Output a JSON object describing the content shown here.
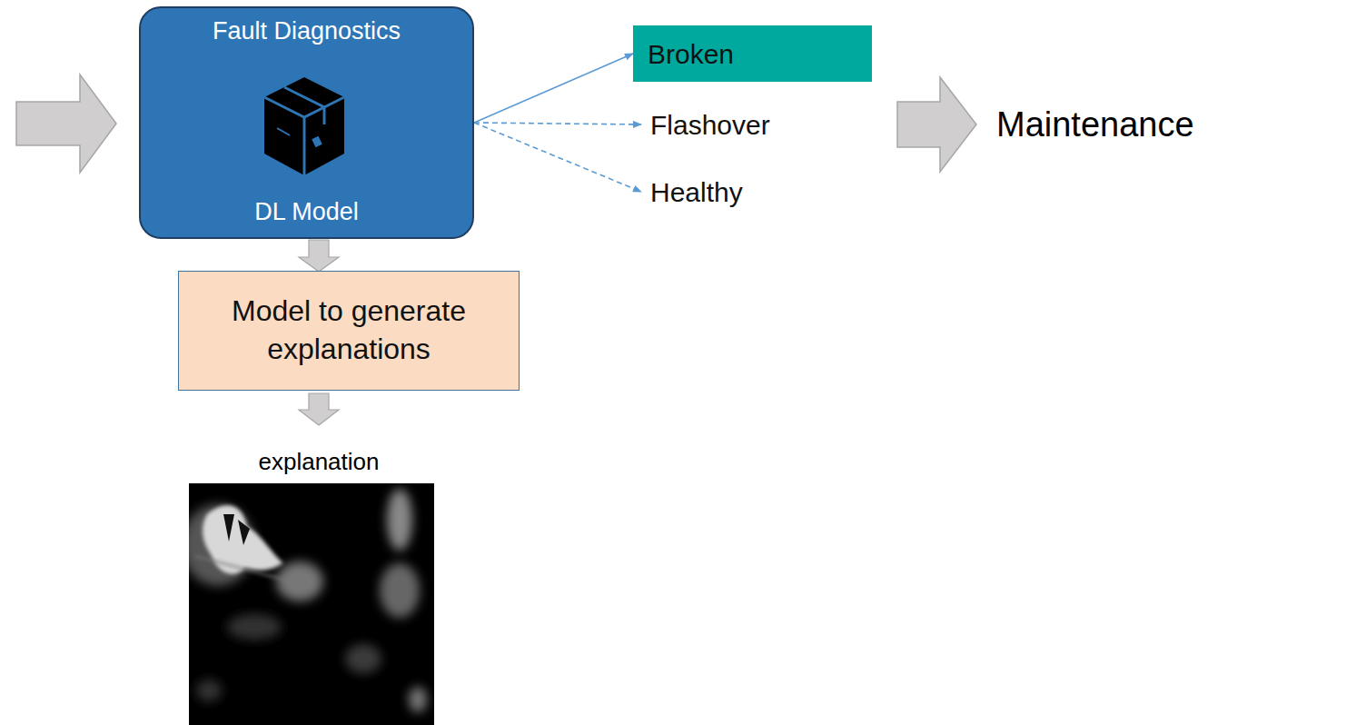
{
  "diagram": {
    "nodes": [
      {
        "text": [
          "Fault Diagnostics",
          "DL Model"
        ]
      },
      {
        "text": [
          "Broken"
        ]
      },
      {
        "text": [
          "Flashover"
        ]
      },
      {
        "text": [
          "Healthy"
        ]
      },
      {
        "text": [
          "Model to generate explanations"
        ]
      }
    ],
    "edges": [
      {
        "from": 0,
        "to": 1,
        "arrow": "to"
      },
      {
        "from": 0,
        "to": 2,
        "arrow": "to"
      },
      {
        "from": 0,
        "to": 3,
        "arrow": "to"
      }
    ],
    "labels": [
      "Maintenance",
      "explanation"
    ]
  }
}
